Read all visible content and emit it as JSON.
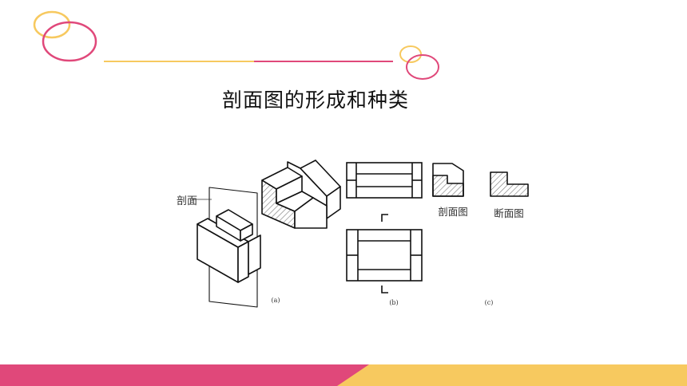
{
  "slide": {
    "title": "剖面图的形成和种类"
  },
  "figure": {
    "section_plane_label": "剖面",
    "sectional_view_label": "剖面图",
    "cross_section_label": "断面图",
    "caption_a": "(a)",
    "caption_b": "(b)",
    "caption_c": "(c)"
  },
  "colors": {
    "accent_pink": "#e0487a",
    "accent_yellow": "#f7c95f",
    "hatch": "#777777",
    "ink": "#111111"
  }
}
